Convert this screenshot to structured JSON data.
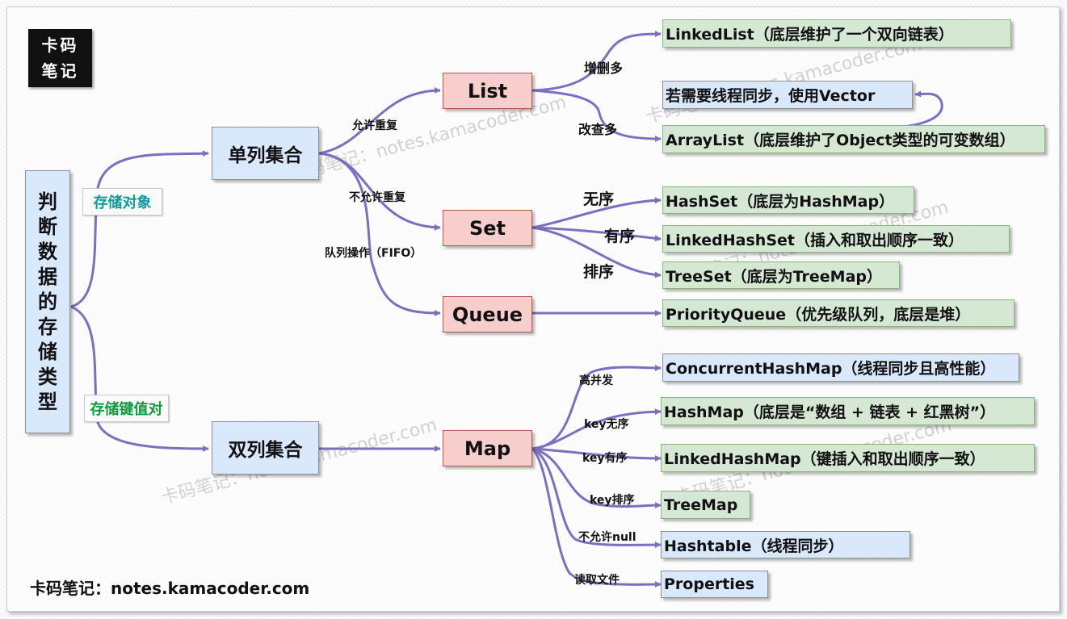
{
  "badge": {
    "line1": "卡码",
    "line2": "笔记"
  },
  "root": {
    "chars": [
      "判",
      "断",
      "数",
      "据",
      "的",
      "存",
      "储",
      "类",
      "型"
    ]
  },
  "branches": {
    "single": {
      "tag": "存储对象",
      "tag_color": "#11999e",
      "label": "单列集合"
    },
    "double": {
      "tag": "存储键值对",
      "tag_color": "#0d9b3c",
      "label": "双列集合"
    }
  },
  "edge_labels": {
    "allow_dup": "允许重复",
    "no_dup": "不允许重复",
    "fifo": "队列操作（FIFO）",
    "add_del": "增删多",
    "mod_query": "改查多",
    "unordered": "无序",
    "ordered": "有序",
    "sorted": "排序",
    "high_conc": "高并发",
    "key_unordered": "key无序",
    "key_ordered": "key有序",
    "key_sorted": "key排序",
    "no_null": "不允许null",
    "read_file": "读取文件"
  },
  "categories": {
    "list": "List",
    "set": "Set",
    "queue": "Queue",
    "map": "Map"
  },
  "leaves": {
    "linkedlist": "LinkedList（底层维护了一个双向链表）",
    "vector": "若需要线程同步，使用Vector",
    "arraylist": "ArrayList（底层维护了Object类型的可变数组）",
    "hashset": "HashSet（底层为HashMap）",
    "linkedhashset": "LinkedHashSet（插入和取出顺序一致）",
    "treeset": "TreeSet（底层为TreeMap）",
    "priorityqueue": "PriorityQueue（优先级队列，底层是堆）",
    "concurrenthashmap": "ConcurrentHashMap（线程同步且高性能）",
    "hashmap": "HashMap（底层是“数组 + 链表 + 红黑树”）",
    "linkedhashmap": "LinkedHashMap（键插入和取出顺序一致）",
    "treemap": "TreeMap",
    "hashtable": "Hashtable（线程同步）",
    "properties": "Properties"
  },
  "watermark": "卡码笔记：notes.kamacoder.com",
  "footer": "卡码笔记：notes.kamacoder.com",
  "colors": {
    "connector": "#7b6fc2",
    "root_fill": "#dae8fc",
    "category_fill": "#f8cecc",
    "leaf_green": "#d5e8d4",
    "leaf_blue": "#dae8fc"
  }
}
